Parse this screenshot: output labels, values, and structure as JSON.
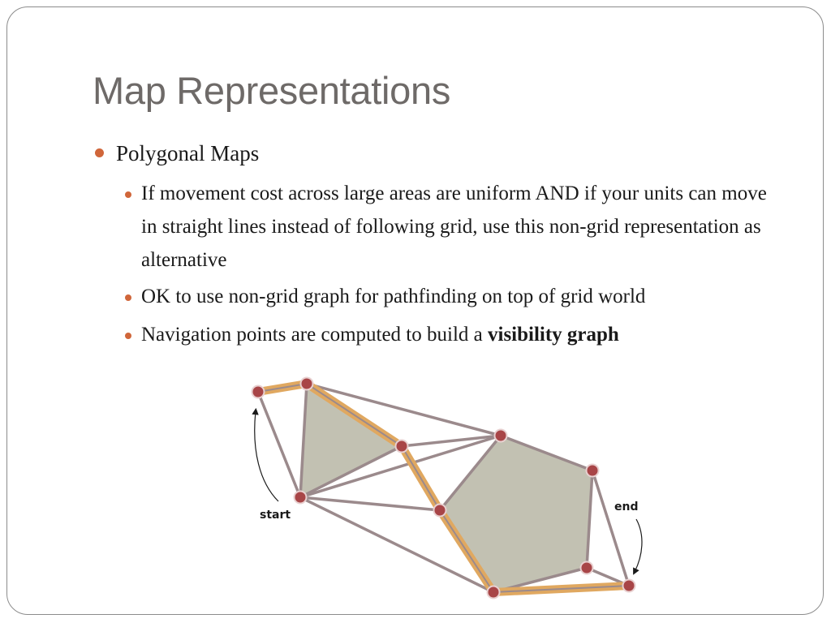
{
  "slide": {
    "title": "Map Representations",
    "bullet_1": "Polygonal Maps",
    "sub_bullets": [
      "If movement cost across large areas are uniform AND if your units can move in straight lines instead of following grid, use this non-grid representation as alternative",
      "OK to use non-grid graph for pathfinding on top of grid world"
    ],
    "sub_bullet_3_prefix": "Navigation points are computed to build a ",
    "sub_bullet_3_bold": "visibility graph"
  },
  "diagram": {
    "start_label": "start",
    "end_label": "end",
    "colors": {
      "polygon_fill": "#c2c1b2",
      "edge": "#9b8a8c",
      "path": "#e0a860",
      "node_fill": "#a84547",
      "node_stroke": "#e8d0d0",
      "bullet": "#d0663a"
    }
  }
}
